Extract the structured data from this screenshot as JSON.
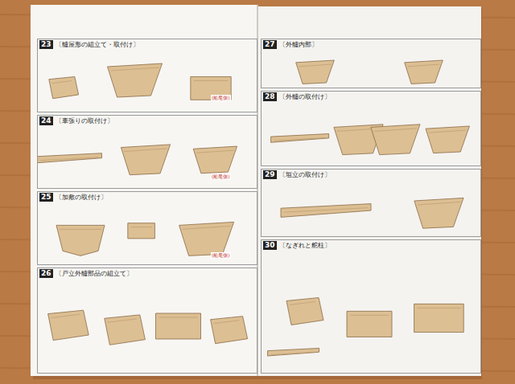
{
  "diagram": {
    "nodes": [
      {
        "text": [
          "23",
          "〔艫屋形の組立て・取付け〕"
        ]
      },
      {
        "text": [
          "24",
          "〔車張りの取付け〕"
        ]
      },
      {
        "text": [
          "25",
          "〔加敷の取付け〕"
        ]
      },
      {
        "text": [
          "26",
          "〔戸立外艫部品の組立て〕"
        ]
      },
      {
        "text": [
          "27",
          "〔外艫内部〕"
        ]
      },
      {
        "text": [
          "28",
          "〔外艫の取付け〕"
        ]
      },
      {
        "text": [
          "29",
          "〔垣立の取付け〕"
        ]
      },
      {
        "text": [
          "30",
          "〔なぎれと舵柱〕"
        ]
      }
    ],
    "labels": [
      "(船尾側)",
      "(船尾側)",
      "(船尾側)"
    ]
  }
}
